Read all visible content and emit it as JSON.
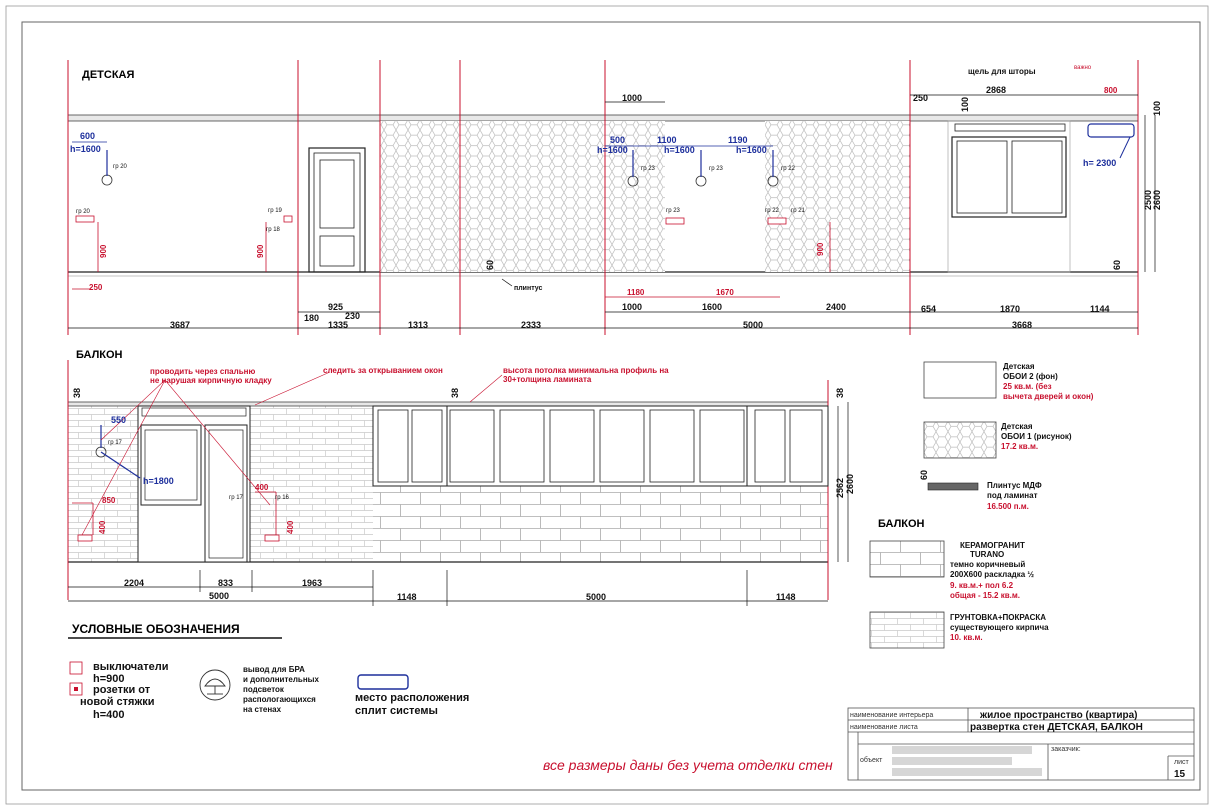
{
  "title_child": "ДЕТСКАЯ",
  "title_balcony": "БАЛКОН",
  "title_balcony_legend": "БАЛКОН",
  "legend_title": "УСЛОВНЫЕ ОБОЗНАЧЕНИЯ",
  "notes": {
    "curtain_gap": "щель для шторы",
    "important": "важно",
    "plinth": "плинтус",
    "bedroom_route_1": "проводить через спальню",
    "bedroom_route_2": "не нарушая кирпичную кладку",
    "windows_watch": "следить за открыванием окон",
    "ceiling_1": "высота потолка минимальна профиль на",
    "ceiling_2": "30+толщина ламината",
    "bottom": "все размеры даны без учета  отделки стен"
  },
  "child_dims": {
    "d1000_top": "1000",
    "d250_top": "250",
    "d2868": "2868",
    "d800": "800",
    "d100_a": "100",
    "d100_b": "100",
    "h2300": "h= 2300",
    "d2500": "2500",
    "d2600": "2600",
    "d60_a": "60",
    "d60_b": "60",
    "d600": "600",
    "h1600_a": "h=1600",
    "d500": "500",
    "h1600_b": "h=1600",
    "d1100": "1100",
    "h1600_c": "h=1600",
    "d1190": "1190",
    "h1600_d": "h=1600",
    "d900_a": "900",
    "d900_b": "900",
    "d900_c": "900",
    "d250_bot": "250",
    "d925": "925",
    "d180": "180",
    "d230": "230",
    "d1180": "1180",
    "d1670": "1670",
    "row1": [
      "1000",
      "1600",
      "2400",
      "654",
      "1870",
      "1144"
    ],
    "row2": [
      "3687",
      "1335",
      "1313",
      "2333",
      "5000",
      "3668"
    ]
  },
  "child_tags": {
    "gr20_a": "гр 20",
    "gr20_b": "гр 20",
    "gr19": "гр 19",
    "gr18": "гр 18",
    "gr23_a": "гр 23",
    "gr23_b": "гр 23",
    "gr23_c": "гр 23",
    "gr22_a": "гр 22",
    "gr22_b": "гр 22",
    "gr21": "гр 21"
  },
  "balcony_dims": {
    "d38_a": "38",
    "d38_b": "38",
    "d38_c": "38",
    "d550": "550",
    "h1800": "h=1800",
    "d850": "850",
    "d400_a": "400",
    "d400_b": "400",
    "d400_c": "400",
    "d2562": "2562",
    "d2600": "2600",
    "row1": [
      "2204",
      "833",
      "1963",
      "1148",
      "5000",
      "1148"
    ],
    "total": "5000"
  },
  "balcony_tags": {
    "gr17_a": "гр 17",
    "gr17_b": "гр 17",
    "gr16": "гр 16"
  },
  "materials": {
    "wallpaper2": [
      "Детская",
      "ОБОИ 2 (фон)"
    ],
    "wallpaper2_red": [
      "25 кв.м. (без",
      "вычета дверей и окон)"
    ],
    "wallpaper1": [
      "Детская",
      "ОБОИ 1 (рисунок)"
    ],
    "wallpaper1_red": "17.2 кв.м.",
    "plinth60": "60",
    "plinth": [
      "Плинтус МДФ",
      "под ламинат"
    ],
    "plinth_red": "16.500 п.м.",
    "tile": [
      "КЕРАМОГРАНИТ",
      "TURANO",
      "темно коричневый",
      "200Х600 раскладка ½"
    ],
    "tile_red": [
      "9. кв.м.+ пол 6.2",
      "общая - 15.2 кв.м."
    ],
    "paint": [
      "ГРУНТОВКА+ПОКРАСКА",
      "существующего кирпича"
    ],
    "paint_red": "10. кв.м."
  },
  "legend": {
    "switches": [
      "выключатели",
      "h=900"
    ],
    "sockets": [
      "розетки от",
      "новой стяжки",
      "h=400"
    ],
    "sconce": [
      "вывод для БРА",
      "и дополнительных",
      "подсветок",
      "распологающихся",
      "на стенах"
    ],
    "split": [
      "место расположения",
      "сплит системы"
    ]
  },
  "title_block": {
    "interior_label": "наименование интерьера",
    "interior_value": "жилое пространство (квартира)",
    "sheet_label": "наименование листа",
    "sheet_value": "развертка стен ДЕТСКАЯ, БАЛКОН",
    "object_label": "объект",
    "customer_label": "заказчик:",
    "list_label": "лист",
    "list_value": "15"
  },
  "colors": {
    "accent_red": "#c8102e",
    "accent_blue": "#1d2f9c",
    "ink": "#111111"
  }
}
